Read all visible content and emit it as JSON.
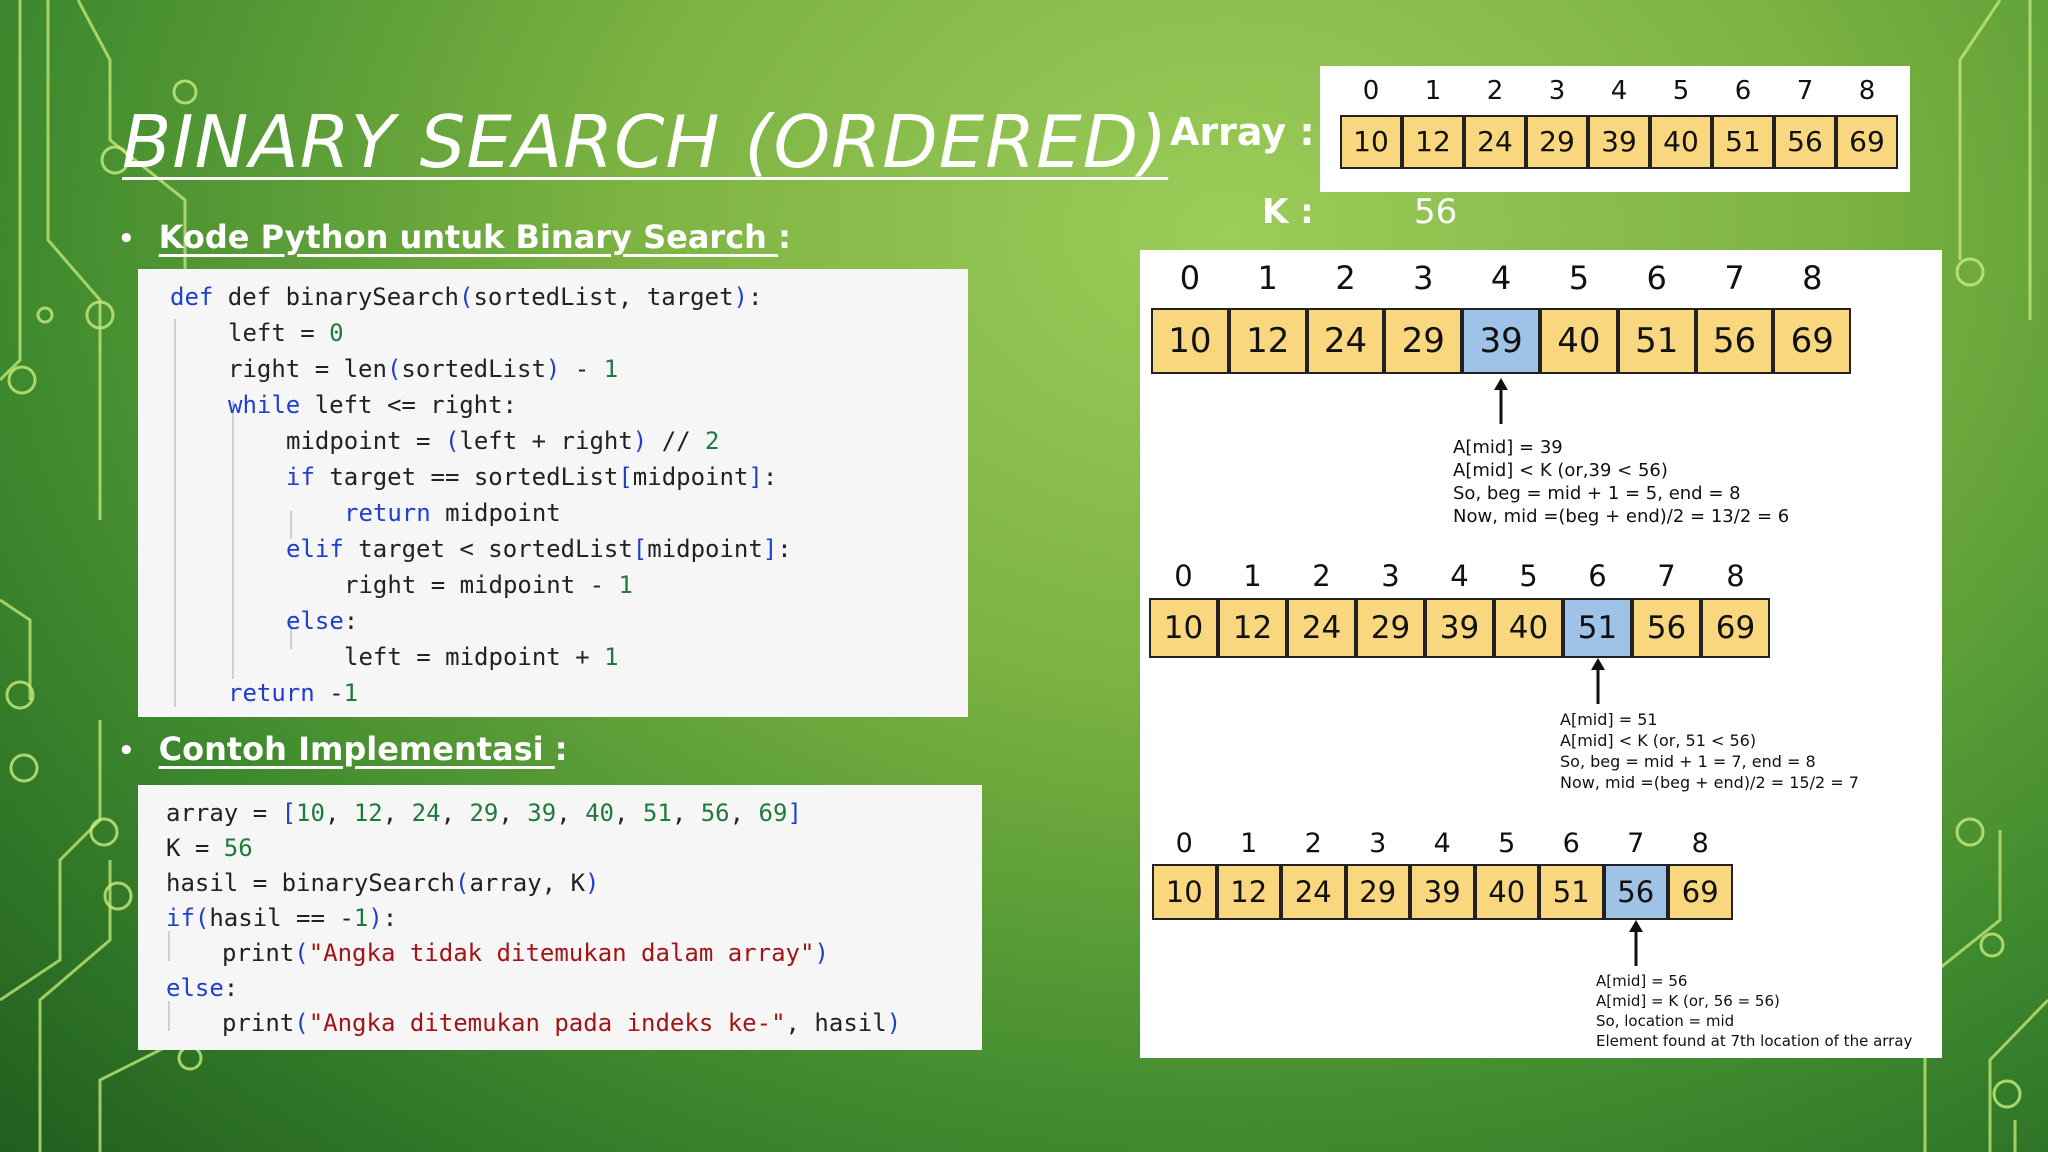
{
  "slide": {
    "title": "BINARY SEARCH (ORDERED)",
    "bullet1": {
      "text": "Kode Python untuk Binary Search ",
      "suffix": ":"
    },
    "bullet2": {
      "text": "Contoh Implementasi ",
      "suffix": ":"
    }
  },
  "code1": [
    [
      "def binarySearch",
      "(",
      "sortedList, target",
      ")",
      ":"
    ],
    [
      "left = ",
      "0"
    ],
    [
      "right = len",
      "(",
      "sortedList",
      ")",
      " - ",
      "1"
    ],
    [
      "while",
      " left <= right:"
    ],
    [
      "midpoint = ",
      "(",
      "left + right",
      ")",
      " // ",
      "2"
    ],
    [
      "if",
      " target == sortedList",
      "[",
      "midpoint",
      "]",
      ":"
    ],
    [
      "return",
      " midpoint"
    ],
    [
      "elif",
      " target < sortedList",
      "[",
      "midpoint",
      "]",
      ":"
    ],
    [
      "right = midpoint - ",
      "1"
    ],
    [
      "else",
      ":"
    ],
    [
      "left = midpoint + ",
      "1"
    ],
    [
      "return",
      " -",
      "1"
    ]
  ],
  "code2": {
    "l1_a": "array = ",
    "l1_b": "[",
    "l1_nums": [
      "10",
      "12",
      "24",
      "29",
      "39",
      "40",
      "51",
      "56",
      "69"
    ],
    "l1_c": "]",
    "l2_a": "K = ",
    "l2_b": "56",
    "l3_a": "hasil = binarySearch",
    "l3_b": "(",
    "l3_c": "array, K",
    "l3_d": ")",
    "l4_a": "if",
    "l4_b": "(",
    "l4_c": "hasil == -",
    "l4_d": "1",
    "l4_e": ")",
    "l4_f": ":",
    "l5_a": "print",
    "l5_b": "(",
    "l5_c": "\"Angka tidak ditemukan dalam array\"",
    "l5_d": ")",
    "l6_a": "else",
    "l6_b": ":",
    "l7_a": "print",
    "l7_b": "(",
    "l7_c": "\"Angka ditemukan pada indeks ke-\"",
    "l7_d": ", hasil",
    "l7_e": ")"
  },
  "array_panel": {
    "label": "Array :",
    "k_label": "K :",
    "k_value": "56",
    "indices": [
      "0",
      "1",
      "2",
      "3",
      "4",
      "5",
      "6",
      "7",
      "8"
    ],
    "values": [
      "10",
      "12",
      "24",
      "29",
      "39",
      "40",
      "51",
      "56",
      "69"
    ]
  },
  "steps": [
    {
      "indices": [
        "0",
        "1",
        "2",
        "3",
        "4",
        "5",
        "6",
        "7",
        "8"
      ],
      "values": [
        "10",
        "12",
        "24",
        "29",
        "39",
        "40",
        "51",
        "56",
        "69"
      ],
      "highlight": 4,
      "notes": [
        "A[mid] = 39",
        "A[mid] < K (or,39 < 56)",
        "So, beg = mid + 1 = 5, end = 8",
        "Now, mid =(beg + end)/2 = 13/2 = 6"
      ]
    },
    {
      "indices": [
        "0",
        "1",
        "2",
        "3",
        "4",
        "5",
        "6",
        "7",
        "8"
      ],
      "values": [
        "10",
        "12",
        "24",
        "29",
        "39",
        "40",
        "51",
        "56",
        "69"
      ],
      "highlight": 6,
      "notes": [
        "A[mid] = 51",
        "A[mid] < K (or, 51 < 56)",
        "So, beg = mid + 1 = 7, end = 8",
        "Now, mid =(beg + end)/2 = 15/2 = 7"
      ]
    },
    {
      "indices": [
        "0",
        "1",
        "2",
        "3",
        "4",
        "5",
        "6",
        "7",
        "8"
      ],
      "values": [
        "10",
        "12",
        "24",
        "29",
        "39",
        "40",
        "51",
        "56",
        "69"
      ],
      "highlight": 7,
      "notes": [
        "A[mid] = 56",
        "A[mid] = K (or, 56 = 56)",
        "So, location = mid",
        "Element found at 7th location of the array"
      ]
    }
  ],
  "colors": {
    "cell": "#f9d77e",
    "highlight": "#9fc2e7",
    "keyword": "#1f3fd1",
    "number": "#1f7a3d",
    "string": "#a31515"
  }
}
